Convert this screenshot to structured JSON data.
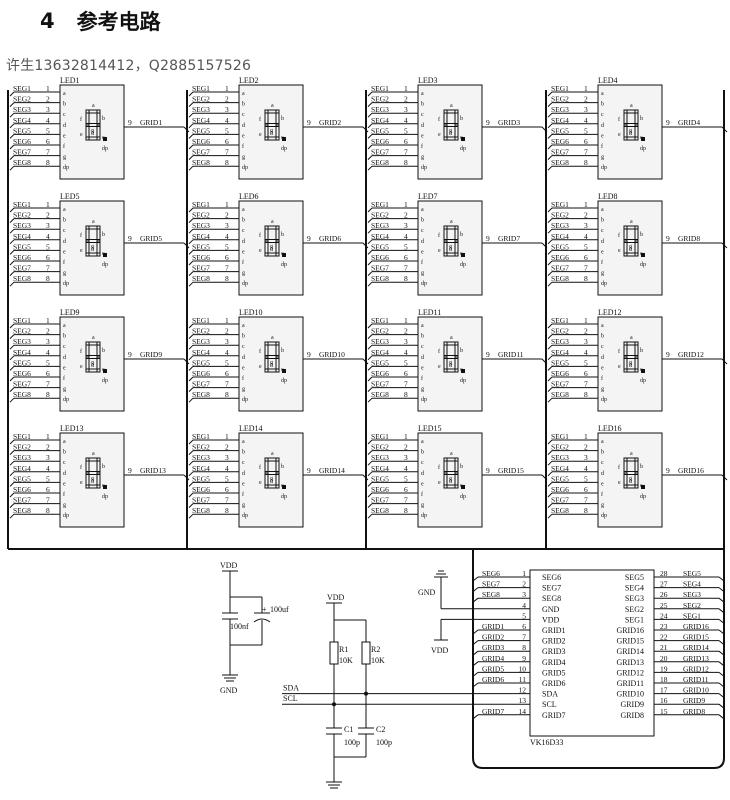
{
  "section": {
    "number": "4",
    "title": "参考电路"
  },
  "contact": "许生13632814412，Q2885157526",
  "led_modules": {
    "names": [
      "LED1",
      "LED2",
      "LED3",
      "LED4",
      "LED5",
      "LED6",
      "LED7",
      "LED8",
      "LED9",
      "LED10",
      "LED11",
      "LED12",
      "LED13",
      "LED14",
      "LED15",
      "LED16"
    ],
    "grids": [
      "GRID1",
      "GRID2",
      "GRID3",
      "GRID4",
      "GRID5",
      "GRID6",
      "GRID7",
      "GRID8",
      "GRID9",
      "GRID10",
      "GRID11",
      "GRID12",
      "GRID13",
      "GRID14",
      "GRID15",
      "GRID16"
    ],
    "seg_labels": [
      "SEG1",
      "SEG2",
      "SEG3",
      "SEG4",
      "SEG5",
      "SEG6",
      "SEG7",
      "SEG8"
    ],
    "pin_numbers": [
      "1",
      "2",
      "3",
      "4",
      "5",
      "6",
      "7",
      "8"
    ],
    "segment_letters": [
      "a",
      "b",
      "c",
      "d",
      "e",
      "f",
      "g",
      "dp"
    ],
    "grid_pin": "9"
  },
  "chip": {
    "name": "VK16D33",
    "left_pins": [
      {
        "num": "1",
        "net": "SEG6",
        "name": "SEG6"
      },
      {
        "num": "2",
        "net": "SEG7",
        "name": "SEG7"
      },
      {
        "num": "3",
        "net": "SEG8",
        "name": "SEG8"
      },
      {
        "num": "4",
        "net": "",
        "name": "GND"
      },
      {
        "num": "5",
        "net": "",
        "name": "VDD"
      },
      {
        "num": "6",
        "net": "GRID1",
        "name": "GRID1"
      },
      {
        "num": "7",
        "net": "GRID2",
        "name": "GRID2"
      },
      {
        "num": "8",
        "net": "GRID3",
        "name": "GRID3"
      },
      {
        "num": "9",
        "net": "GRID4",
        "name": "GRID4"
      },
      {
        "num": "10",
        "net": "GRID5",
        "name": "GRID5"
      },
      {
        "num": "11",
        "net": "GRID6",
        "name": "GRID6"
      },
      {
        "num": "12",
        "net": "",
        "name": "SDA"
      },
      {
        "num": "13",
        "net": "",
        "name": "SCL"
      },
      {
        "num": "14",
        "net": "GRID7",
        "name": "GRID7"
      }
    ],
    "right_pins": [
      {
        "num": "28",
        "net": "SEG5",
        "name": "SEG5"
      },
      {
        "num": "27",
        "net": "SEG4",
        "name": "SEG4"
      },
      {
        "num": "26",
        "net": "SEG3",
        "name": "SEG3"
      },
      {
        "num": "25",
        "net": "SEG2",
        "name": "SEG2"
      },
      {
        "num": "24",
        "net": "SEG1",
        "name": "SEG1"
      },
      {
        "num": "23",
        "net": "GRID16",
        "name": "GRID16"
      },
      {
        "num": "22",
        "net": "GRID15",
        "name": "GRID15"
      },
      {
        "num": "21",
        "net": "GRID14",
        "name": "GRID14"
      },
      {
        "num": "20",
        "net": "GRID13",
        "name": "GRID13"
      },
      {
        "num": "19",
        "net": "GRID12",
        "name": "GRID12"
      },
      {
        "num": "18",
        "net": "GRID11",
        "name": "GRID11"
      },
      {
        "num": "17",
        "net": "GRID10",
        "name": "GRID10"
      },
      {
        "num": "16",
        "net": "GRID9",
        "name": "GRID9"
      },
      {
        "num": "15",
        "net": "GRID8",
        "name": "GRID8"
      }
    ]
  },
  "power": {
    "vdd": "VDD",
    "gnd": "GND",
    "cap_100nf": "100nf",
    "cap_100uf": "100uf",
    "plus": "+"
  },
  "bus": {
    "sda": "SDA",
    "scl": "SCL",
    "r1_ref": "R1",
    "r1_val": "10K",
    "r2_ref": "R2",
    "r2_val": "10K",
    "c1_ref": "C1",
    "c1_val": "100p",
    "c2_ref": "C2",
    "c2_val": "100p"
  }
}
